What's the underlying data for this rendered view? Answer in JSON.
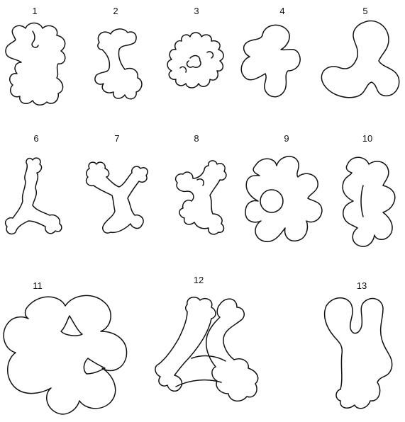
{
  "shapes": [
    {
      "label": "1"
    },
    {
      "label": "2"
    },
    {
      "label": "3"
    },
    {
      "label": "4"
    },
    {
      "label": "5"
    },
    {
      "label": "6"
    },
    {
      "label": "7"
    },
    {
      "label": "8"
    },
    {
      "label": "9"
    },
    {
      "label": "10"
    },
    {
      "label": "11"
    },
    {
      "label": "12"
    },
    {
      "label": "13"
    }
  ]
}
